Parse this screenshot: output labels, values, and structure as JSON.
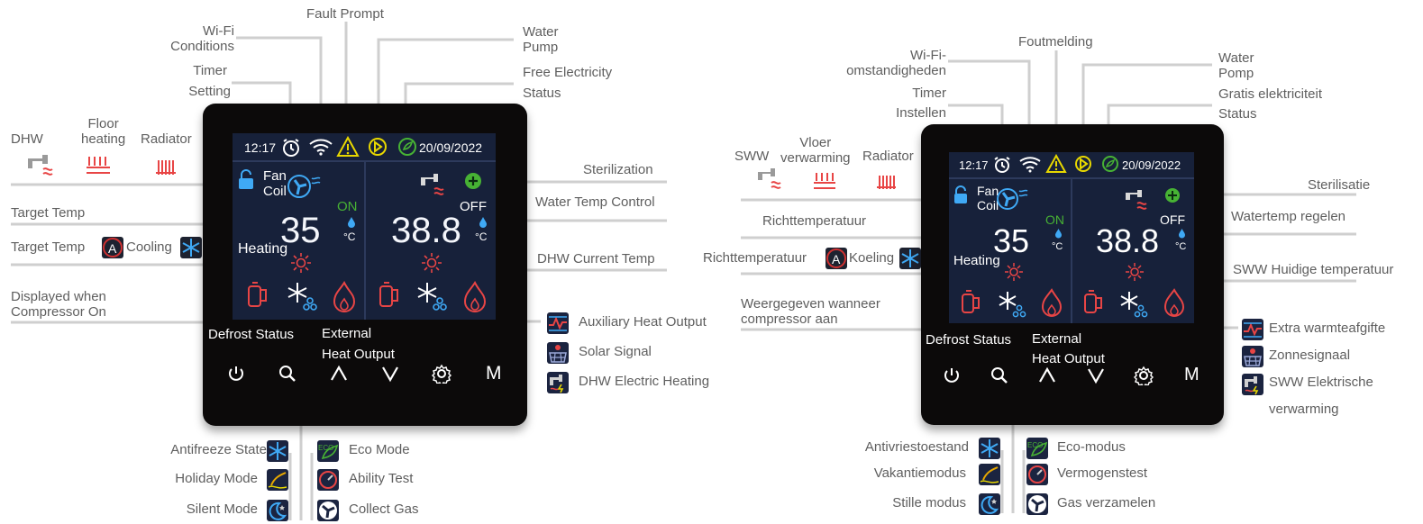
{
  "en": {
    "fault_prompt": "Fault Prompt",
    "wifi": "Wi-Fi\nConditions",
    "timer": "Timer",
    "setting": "Setting",
    "water_pump": "Water\nPump",
    "free_electricity": "Free Electricity",
    "status": "Status",
    "dhw": "DHW",
    "floor_heating": "Floor\nheating",
    "radiator": "Radiator",
    "sterilization": "Sterilization",
    "water_temp_control": "Water Temp Control",
    "target_temp": "Target Temp",
    "target_temp_mode": "Target Temp",
    "cooling": "Cooling",
    "dhw_current_temp": "DHW Current Temp",
    "displayed_when": "Displayed when\nCompressor On",
    "defrost_status": "Defrost Status",
    "external_heat_output": "External\nHeat Output",
    "aux_heat_output": "Auxiliary Heat Output",
    "solar_signal": "Solar Signal",
    "dhw_electric_heating": "DHW Electric Heating",
    "antifreeze_state": "Antifreeze State",
    "holiday_mode": "Holiday Mode",
    "silent_mode": "Silent Mode",
    "eco_mode": "Eco Mode",
    "ability_test": "Ability Test",
    "collect_gas": "Collect Gas"
  },
  "nl": {
    "fault_prompt": "Foutmelding",
    "wifi": "Wi-Fi-\nomstandigheden",
    "timer": "Timer",
    "setting": "Instellen",
    "water_pump": "Water\nPomp",
    "free_electricity": "Gratis elektriciteit",
    "status": "Status",
    "dhw": "SWW",
    "floor_heating": "Vloer\nverwarming",
    "radiator": "Radiator",
    "sterilization": "Sterilisatie",
    "water_temp_control": "Watertemp regelen",
    "target_temp": "Richttemperatuur",
    "target_temp_mode": "Richttemperatuur",
    "cooling": "Koeling",
    "dhw_current_temp": "SWW Huidige temperatuur",
    "displayed_when": "Weergegeven wanneer\ncompressor aan",
    "defrost_status": "Defrost Status",
    "external_heat_output": "External\nHeat Output",
    "aux_heat_output": "Extra warmteafgifte",
    "solar_signal": "Zonnesignaal",
    "dhw_electric_heating": "SWW Elektrische\n\nverwarming",
    "antifreeze_state": "Antivriestoestand",
    "holiday_mode": "Vakantiemodus",
    "silent_mode": "Stille modus",
    "eco_mode": "Eco-modus",
    "ability_test": "Vermogenstest",
    "collect_gas": "Gas verzamelen"
  },
  "screen": {
    "time": "12:17",
    "date": "20/09/2022",
    "fan": "Fan",
    "coil": "Coil",
    "on": "ON",
    "off": "OFF",
    "target_value": "35",
    "dhw_value": "38.8",
    "unit": "°C",
    "heating": "Heating",
    "mode_letter": "A"
  },
  "buttons": [
    "power",
    "search",
    "up",
    "down",
    "settings",
    "M"
  ],
  "colors": {
    "panel": "#0c0a0a",
    "screen": "#17213a",
    "yellow": "#e8d800",
    "red": "#e84545",
    "green": "#47b234",
    "blue": "#3fa9f5",
    "line": "#cfcfcf"
  }
}
